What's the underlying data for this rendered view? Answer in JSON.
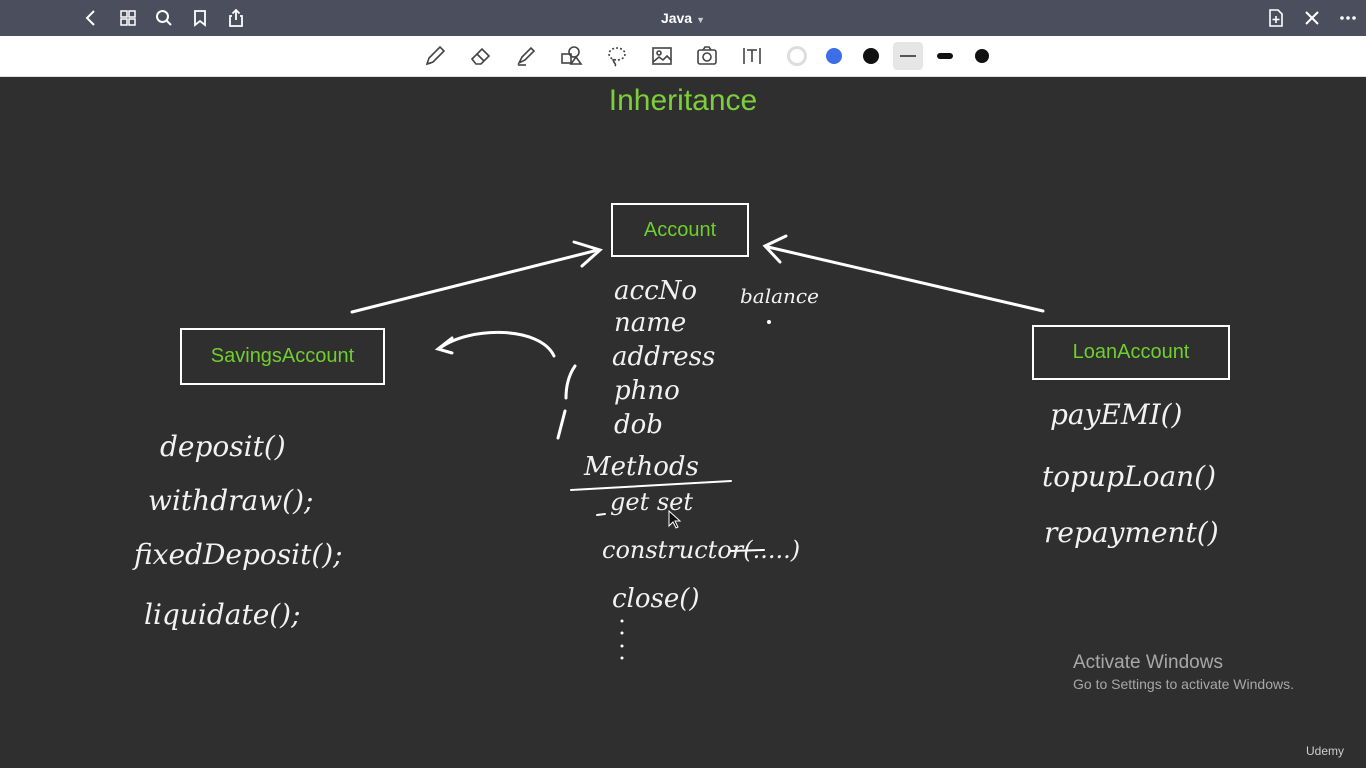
{
  "navbar": {
    "title": "Java",
    "left_icons": [
      "back-icon",
      "grid-icon",
      "search-icon",
      "bookmark-icon",
      "share-icon"
    ],
    "right_icons": [
      "new-page-icon",
      "close-icon",
      "more-icon"
    ]
  },
  "toolbar": {
    "tools": [
      "pen-icon",
      "eraser-icon",
      "highlighter-icon",
      "shapes-icon",
      "lasso-icon",
      "image-icon",
      "camera-icon",
      "text-icon"
    ],
    "colors": [
      "#ffffff",
      "#3d6ee8",
      "#111111"
    ],
    "line_widths": [
      "thin",
      "medium",
      "thick"
    ]
  },
  "canvas": {
    "heading": "Inheritance",
    "parent_class": "Account",
    "child_left": "SavingsAccount",
    "child_right": "LoanAccount",
    "account_fields": [
      "accNo",
      "name",
      "address",
      "phno",
      "dob"
    ],
    "balance_field": "balance",
    "methods_heading": "Methods",
    "account_methods": [
      "get set",
      "constructor(.....)",
      "close()"
    ],
    "savings_methods": [
      "deposit()",
      "withdraw();",
      "fixedDeposit();",
      "liquidate();"
    ],
    "loan_methods": [
      "payEMI()",
      "topupLoan()",
      "repayment()"
    ]
  },
  "watermark": {
    "title": "Activate Windows",
    "subtitle": "Go to Settings to activate Windows."
  },
  "brand": "Udemy",
  "colors": {
    "navbar": "#4b4f5d",
    "canvas": "#2f2f2f",
    "class_text": "#6fcf2c",
    "heading": "#7dcf3a"
  }
}
